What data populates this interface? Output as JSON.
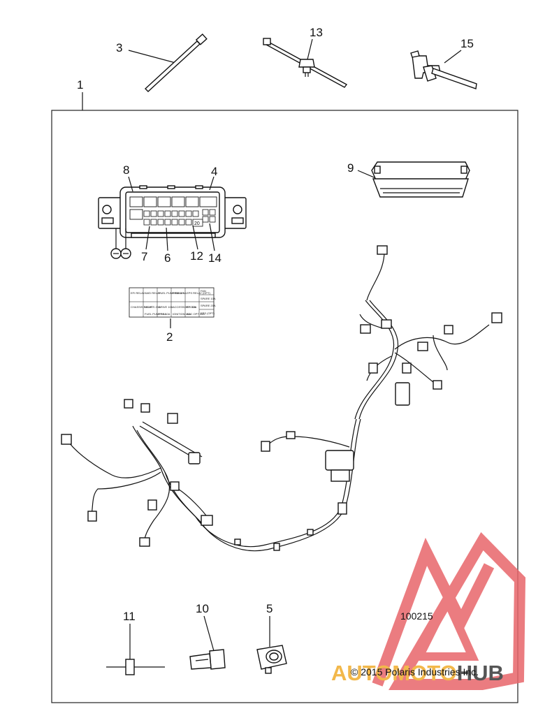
{
  "diagram": {
    "callouts": [
      "1",
      "2",
      "3",
      "4",
      "5",
      "6",
      "7",
      "8",
      "9",
      "10",
      "11",
      "12",
      "13",
      "14",
      "15"
    ],
    "fuse_label_20": "20",
    "diagram_number": "100215",
    "copyright": "© 2015 Polaris Industries Inc.",
    "fuse_chart_cells": [
      "EFI RELAY",
      "AWD RELAY",
      "FUEL PUMP RELAY",
      "BRAKE 5A",
      "EPS RELAY (OPT)",
      "FAN",
      "SPARE 10A",
      "CHASSIS RELAY",
      "LIGHTS 20A",
      "DRIVE 10A",
      "ACCESSORY 20A",
      "EFI 10A",
      "SPARE 20A",
      "FUEL PUMP 10A",
      "EPS 10A",
      "IGNITION 10A",
      "ACC OPT 20A",
      "EPS (OPT)"
    ]
  },
  "watermark": {
    "brand_part1": "AUTO",
    "brand_part2": "MOTO",
    "brand_part3": "HUB",
    "colors": {
      "red": "#e8666a",
      "yellow": "#f2b84b",
      "gray": "#555555"
    }
  }
}
